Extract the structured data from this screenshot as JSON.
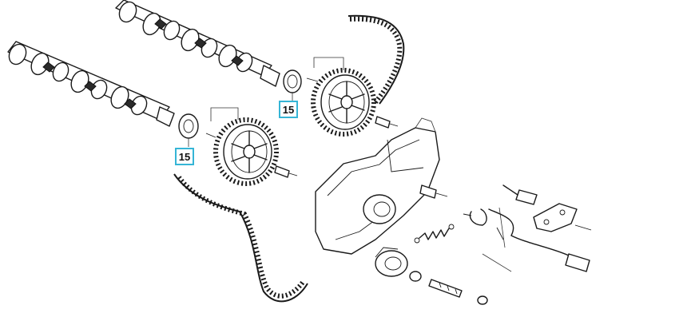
{
  "callouts": [
    {
      "id": "upper",
      "label": "15"
    },
    {
      "id": "lower",
      "label": "15"
    }
  ],
  "colors": {
    "callout_border": "#35b5d6",
    "line": "#1a1a1a",
    "background": "#ffffff"
  }
}
